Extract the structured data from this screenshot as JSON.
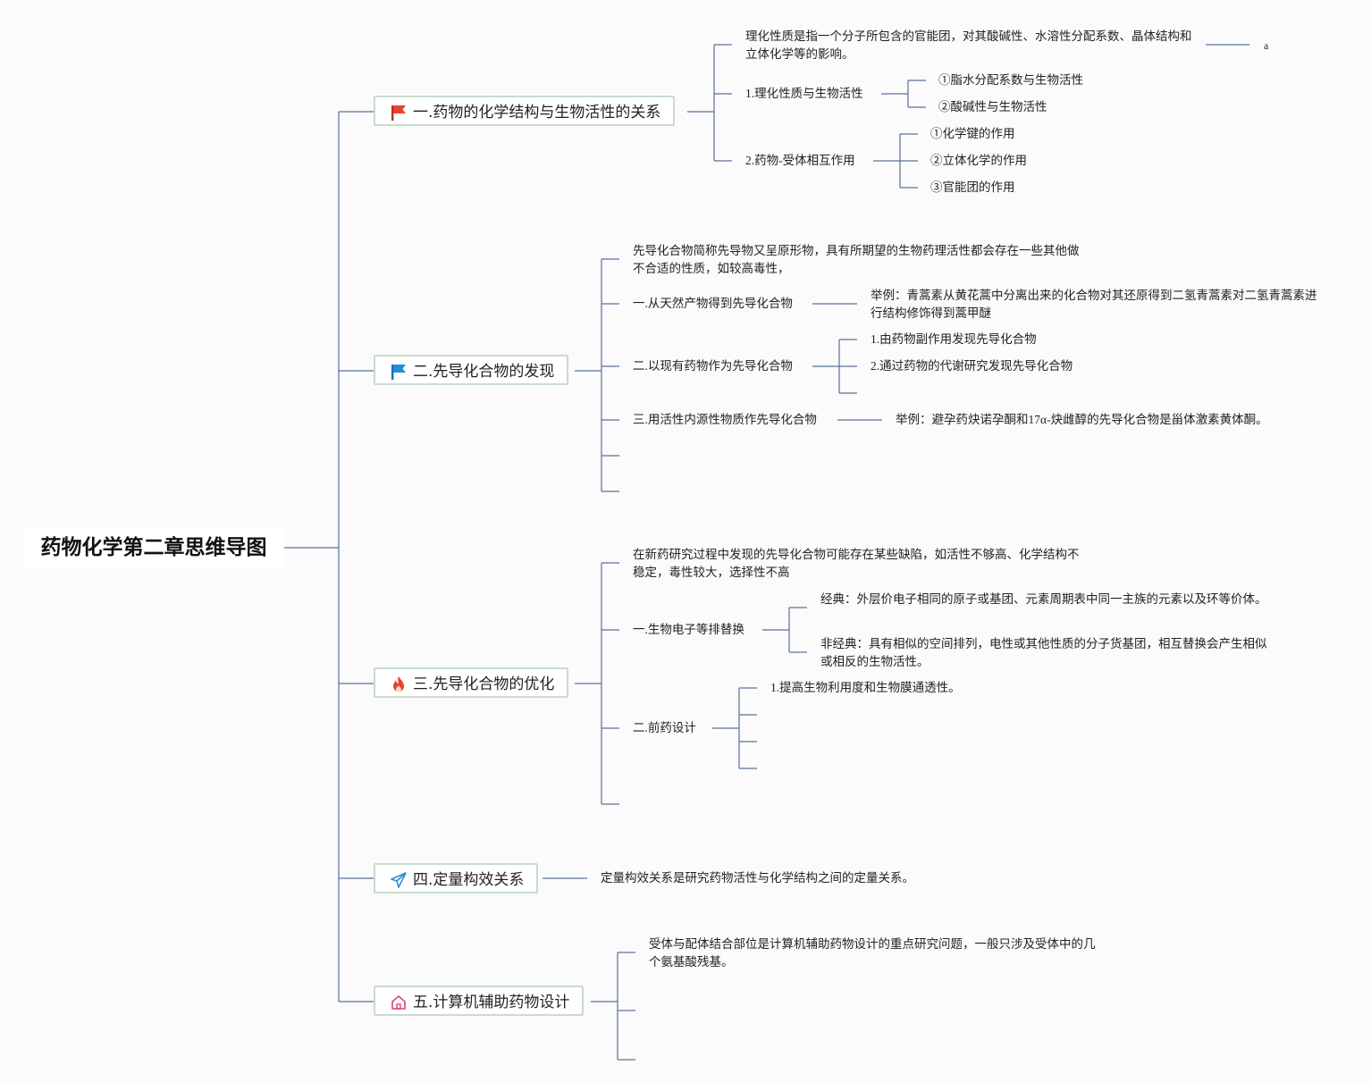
{
  "root": {
    "title": "药物化学第二章思维导图"
  },
  "branches": [
    {
      "label": "一.药物的化学结构与生物活性的关系",
      "icon": "red-flag-icon",
      "intro": "理化性质是指一个分子所包含的官能团，对其酸碱性、水溶性分配系数、晶体结构和立体化学等的影响。",
      "note": "a",
      "items": [
        {
          "label": "1.理化性质与生物活性",
          "children": [
            "①脂水分配系数与生物活性",
            "②酸碱性与生物活性"
          ]
        },
        {
          "label": "2.药物-受体相互作用",
          "children": [
            "①化学键的作用",
            "②立体化学的作用",
            "③官能团的作用"
          ]
        }
      ]
    },
    {
      "label": "二.先导化合物的发现",
      "icon": "blue-flag-icon",
      "intro": "先导化合物简称先导物又呈原形物，具有所期望的生物药理活性都会存在一些其他做不合适的性质，如较高毒性，",
      "items": [
        {
          "label": "一.从天然产物得到先导化合物",
          "children": [
            "举例：青蒿素从黄花蒿中分离出来的化合物对其还原得到二氢青蒿素对二氢青蒿素进行结构修饰得到蒿甲醚"
          ]
        },
        {
          "label": "二.以现有药物作为先导化合物",
          "children": [
            "1.由药物副作用发现先导化合物",
            "2.通过药物的代谢研究发现先导化合物"
          ]
        },
        {
          "label": "三.用活性内源性物质作先导化合物",
          "children": [
            "举例：避孕药炔诺孕酮和17α-炔雌醇的先导化合物是甾体激素黄体酮。"
          ]
        }
      ]
    },
    {
      "label": "三.先导化合物的优化",
      "icon": "fire-icon",
      "intro": "在新药研究过程中发现的先导化合物可能存在某些缺陷，如活性不够高、化学结构不稳定，毒性较大，选择性不高",
      "items": [
        {
          "label": "一.生物电子等排替换",
          "children": [
            "经典：外层价电子相同的原子或基团、元素周期表中同一主族的元素以及环等价体。",
            "非经典：具有相似的空间排列，电性或其他性质的分子货基团，相互替换会产生相似或相反的生物活性。"
          ]
        },
        {
          "label": "二.前药设计",
          "children": [
            "1.提高生物利用度和生物膜通透性。"
          ]
        }
      ]
    },
    {
      "label": "四.定量构效关系",
      "icon": "paper-plane-icon",
      "intro": "定量构效关系是研究药物活性与化学结构之间的定量关系。"
    },
    {
      "label": "五.计算机辅助药物设计",
      "icon": "house-icon",
      "intro": "受体与配体结合部位是计算机辅助药物设计的重点研究问题，一般只涉及受体中的几个氨基酸残基。"
    }
  ],
  "colors": {
    "line": "#5a6f9c",
    "main_border": "#c8dccd",
    "flag_red": "#e8402e",
    "flag_blue": "#1e8fd8",
    "fire": "#e8402e",
    "plane": "#2d8fd6",
    "house": "#d94a6a"
  }
}
